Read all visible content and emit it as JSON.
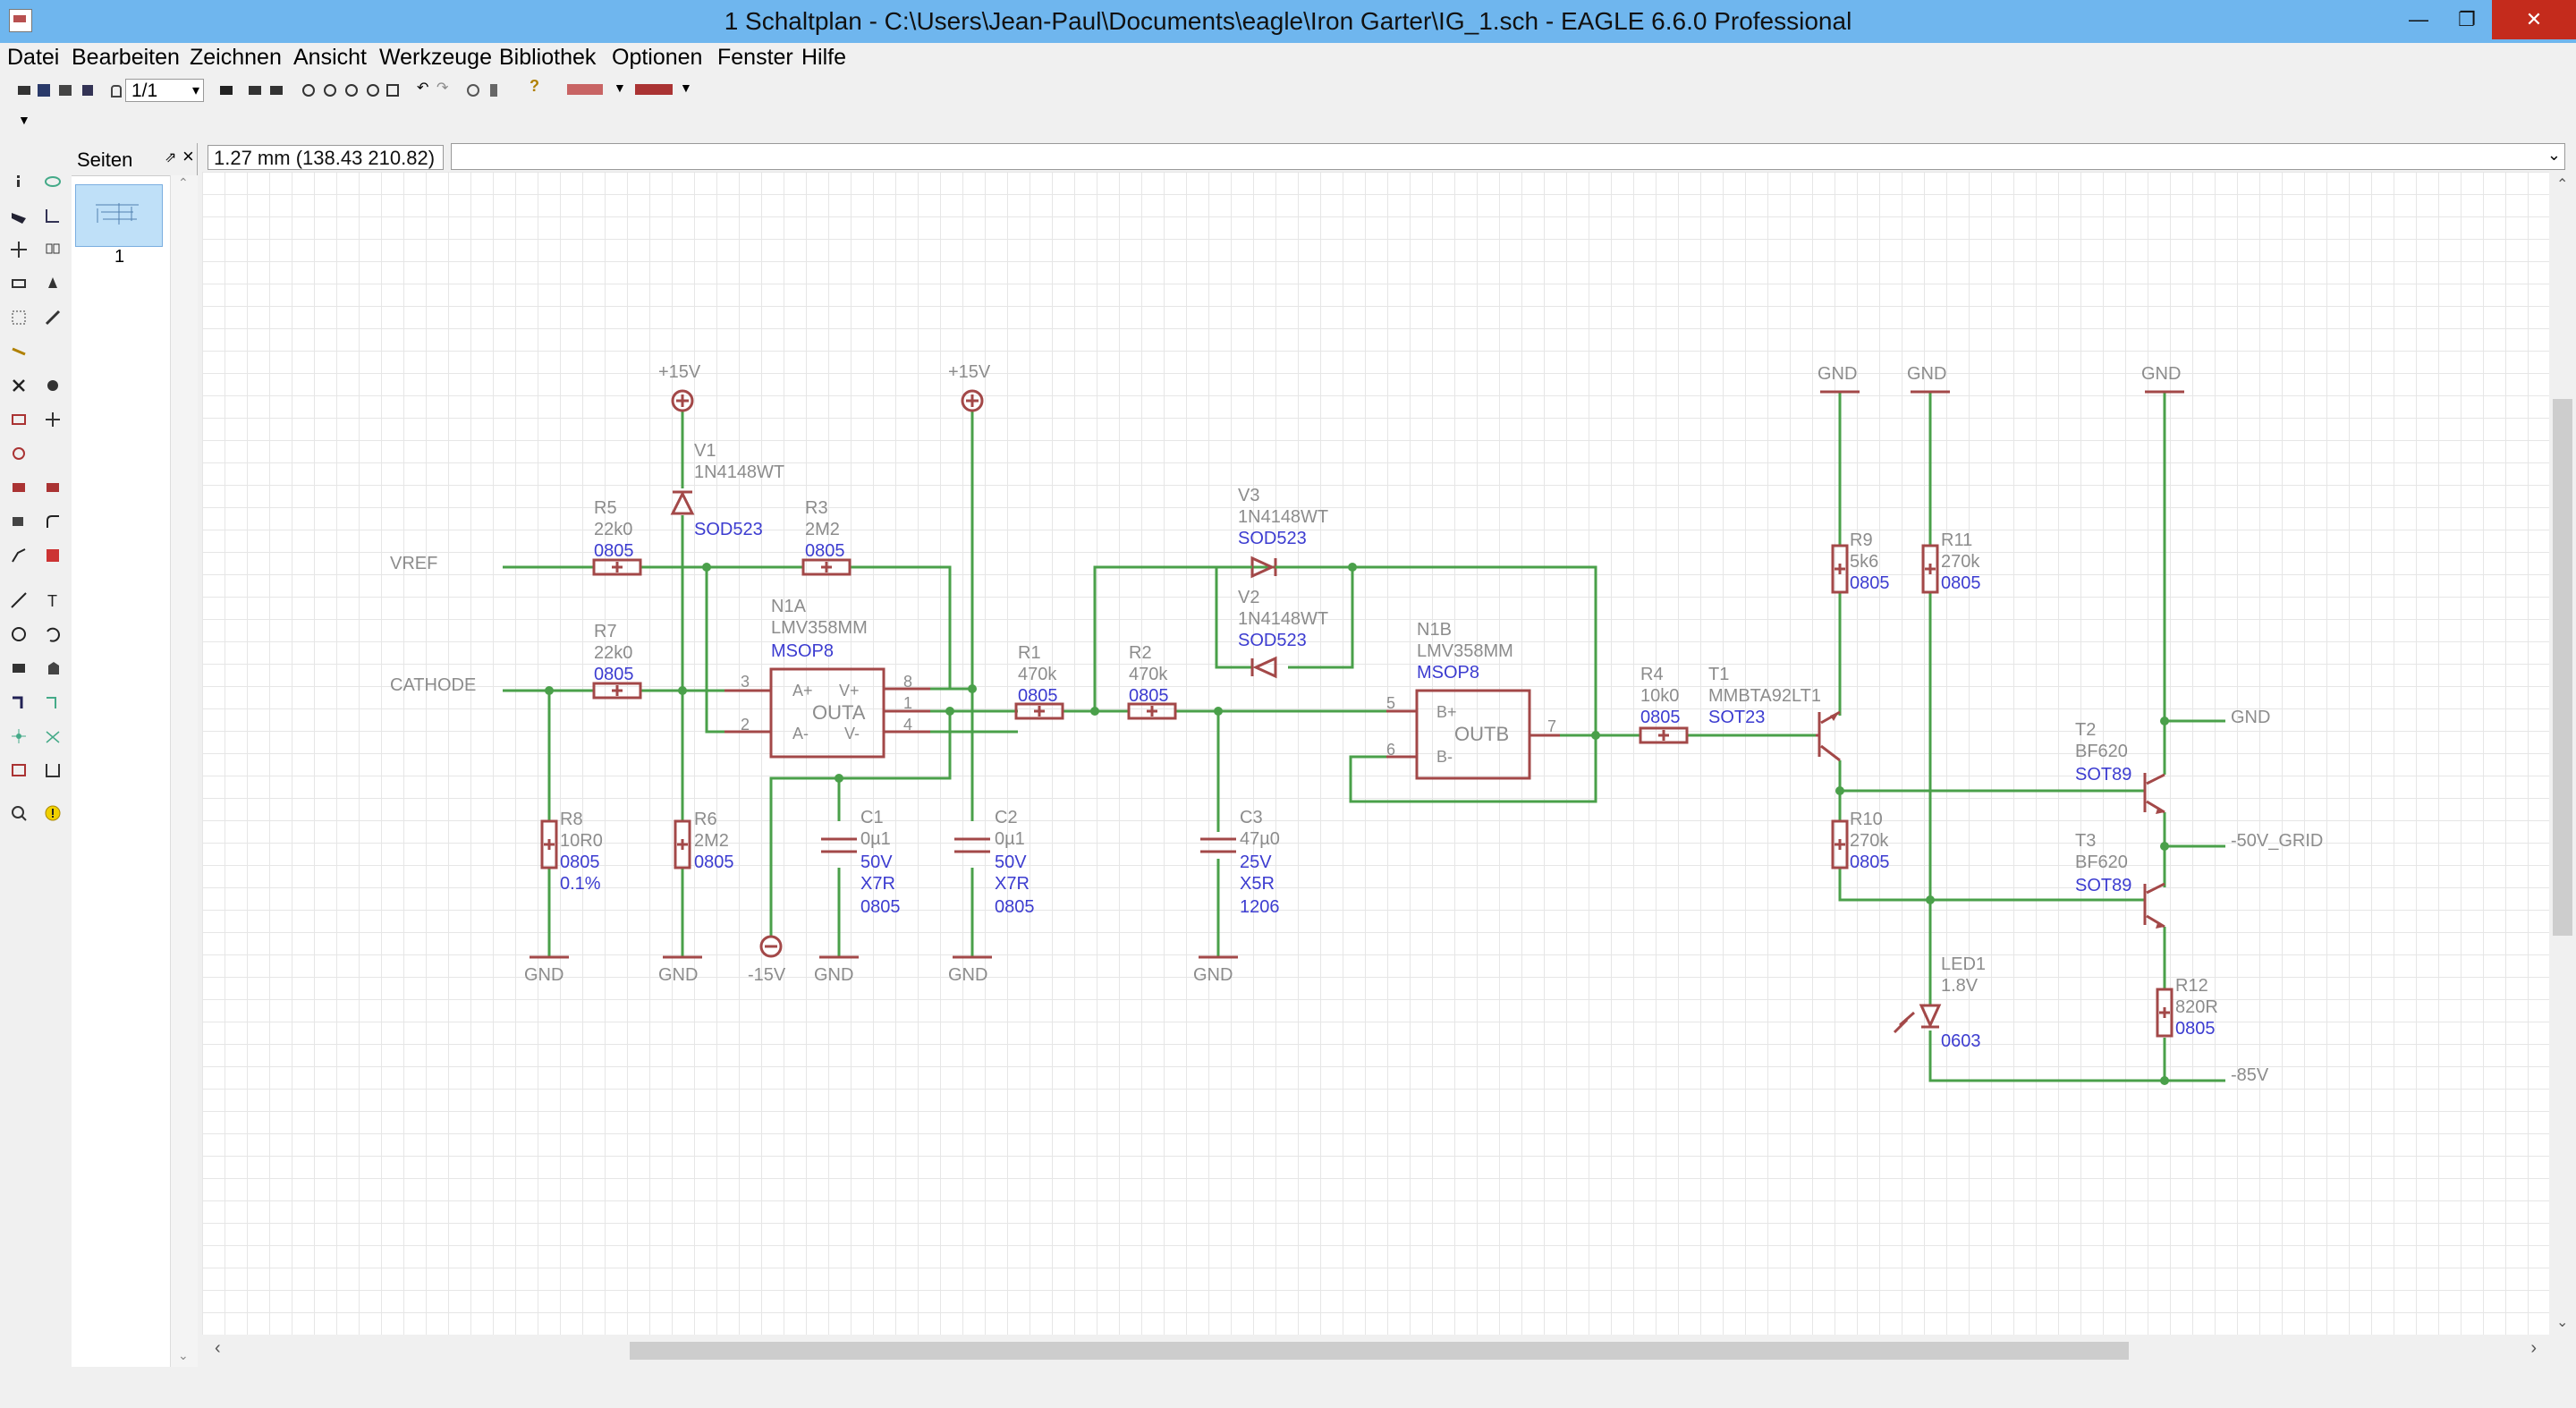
{
  "window": {
    "title": "1 Schaltplan - C:\\Users\\Jean-Paul\\Documents\\eagle\\Iron Garter\\IG_1.sch - EAGLE 6.6.0 Professional",
    "minimize": "—",
    "maximize": "❐",
    "close": "✕"
  },
  "menu": [
    "Datei",
    "Bearbeiten",
    "Zeichnen",
    "Ansicht",
    "Werkzeuge",
    "Bibliothek",
    "Optionen",
    "Fenster",
    "Hilfe"
  ],
  "toolbar": {
    "zoom_value": "1/1"
  },
  "coordinate_display": "1.27 mm (138.43 210.82)",
  "command_input": "",
  "pages_panel": {
    "title": "Seiten",
    "pin": "⇗",
    "close": "×",
    "page_number": "1"
  },
  "colors": {
    "wire": "#4aa04a",
    "symbol": "#a34848",
    "name_text": "#8c8c8c",
    "value_text": "#3c3cd0"
  },
  "labels": {
    "vref": "VREF",
    "cathode": "CATHODE",
    "supply_15v_1": "+15V",
    "supply_15v_2": "+15V",
    "neg_15v": "-15V",
    "gnd": "GND",
    "gnd_out": "GND",
    "grid_50v": "-50V_GRID",
    "neg_85v": "-85V"
  },
  "parts": {
    "V1": {
      "name": "V1",
      "value": "1N4148WT",
      "package": "SOD523"
    },
    "V2": {
      "name": "V2",
      "value": "1N4148WT",
      "package": "SOD523"
    },
    "V3": {
      "name": "V3",
      "value": "1N4148WT",
      "package": "SOD523"
    },
    "R1": {
      "name": "R1",
      "value": "470k",
      "package": "0805"
    },
    "R2": {
      "name": "R2",
      "value": "470k",
      "package": "0805"
    },
    "R3": {
      "name": "R3",
      "value": "2M2",
      "package": "0805"
    },
    "R4": {
      "name": "R4",
      "value": "10k0",
      "package": "0805"
    },
    "R5": {
      "name": "R5",
      "value": "22k0",
      "package": "0805"
    },
    "R6": {
      "name": "R6",
      "value": "2M2",
      "package": "0805"
    },
    "R7": {
      "name": "R7",
      "value": "22k0",
      "package": "0805"
    },
    "R8": {
      "name": "R8",
      "value": "10R0",
      "package": "0805",
      "tolerance": "0.1%"
    },
    "R9": {
      "name": "R9",
      "value": "5k6",
      "package": "0805"
    },
    "R10": {
      "name": "R10",
      "value": "270k",
      "package": "0805"
    },
    "R11": {
      "name": "R11",
      "value": "270k",
      "package": "0805"
    },
    "R12": {
      "name": "R12",
      "value": "820R",
      "package": "0805"
    },
    "C1": {
      "name": "C1",
      "value": "0µ1",
      "voltage": "50V",
      "dielectric": "X7R",
      "package": "0805"
    },
    "C2": {
      "name": "C2",
      "value": "0µ1",
      "voltage": "50V",
      "dielectric": "X7R",
      "package": "0805"
    },
    "C3": {
      "name": "C3",
      "value": "47µ0",
      "voltage": "25V",
      "dielectric": "X5R",
      "package": "1206"
    },
    "N1A": {
      "name": "N1A",
      "value": "LMV358MM",
      "package": "MSOP8",
      "body": "OUTA",
      "pin_ap": "A+",
      "pin_am": "A-",
      "pin_vp": "V+",
      "pin_vm": "V-"
    },
    "N1B": {
      "name": "N1B",
      "value": "LMV358MM",
      "package": "MSOP8",
      "body": "OUTB",
      "pin_bp": "B+",
      "pin_bm": "B-"
    },
    "T1": {
      "name": "T1",
      "value": "MMBTA92LT1",
      "package": "SOT23"
    },
    "T2": {
      "name": "T2",
      "value": "BF620",
      "package": "SOT89"
    },
    "T3": {
      "name": "T3",
      "value": "BF620",
      "package": "SOT89"
    },
    "LED1": {
      "name": "LED1",
      "value": "1.8V",
      "package": "0603"
    }
  },
  "pins": {
    "p1": "1",
    "p2": "2",
    "p3": "3",
    "p4": "4",
    "p5": "5",
    "p6": "6",
    "p7": "7",
    "p8": "8"
  }
}
